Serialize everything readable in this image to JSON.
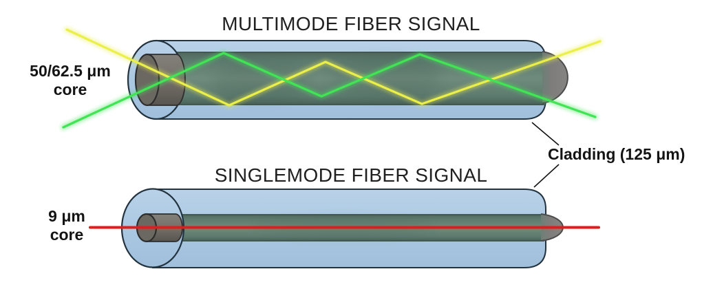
{
  "titles": {
    "multimode": "MULTIMODE FIBER SIGNAL",
    "singlemode": "SINGLEMODE FIBER SIGNAL"
  },
  "labels": {
    "multimode_core_size": "50/62.5 μm",
    "multimode_core_word": "core",
    "singlemode_core_size": "9 μm",
    "singlemode_core_word": "core",
    "cladding": "Cladding (125 μm)"
  },
  "diagram": {
    "multimode_rays": [
      "yellow-zigzag-ray",
      "green-zigzag-ray"
    ],
    "singlemode_rays": [
      "red-straight-ray"
    ]
  },
  "colors": {
    "text_color": "#202020",
    "label_color": "#141414",
    "outline": "#22333f",
    "cladding_fill": "#abc8e2",
    "core_band_mid": "#6f8b7d",
    "core_band_edge": "#50685f",
    "core_band_border": "#3d5249",
    "core_gray": "#757069",
    "core_gray_dark": "#57544f",
    "core_face": "#6b6761",
    "core_stroke": "#2d2d2d",
    "cap_gray": "#7f7d7b",
    "ray_yellow": "#eaef4b",
    "ray_green": "#42e355",
    "ray_red": "#e51a1a",
    "pointer": "#111111"
  }
}
